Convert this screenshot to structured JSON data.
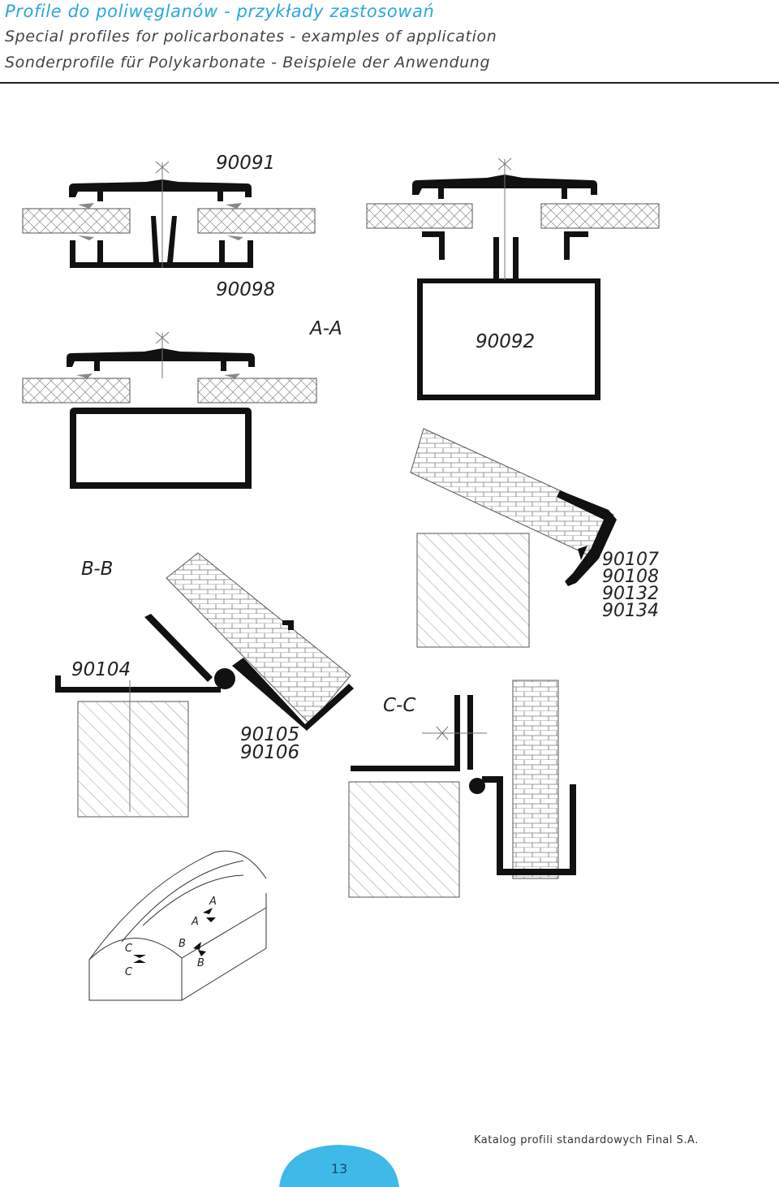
{
  "header": {
    "title_pl": "Profile do poliwęglanów - przykłady zastosowań",
    "title_en": "Special profiles for policarbonates - examples of application",
    "title_de": "Sonderprofile für Polykarbonate - Beispiele der Anwendung"
  },
  "labels": {
    "p90091": "90091",
    "p90098": "90098",
    "sectionAA": "A-A",
    "p90092": "90092",
    "sectionBB": "B-B",
    "p90107": "90107",
    "p90108": "90108",
    "p90132": "90132",
    "p90134": "90134",
    "p90104": "90104",
    "p90105": "90105",
    "p90106": "90106",
    "sectionCC": "C-C"
  },
  "markers": {
    "a_top": "A",
    "a_bottom": "A",
    "b_top": "B",
    "b_bottom": "B",
    "c_top": "C",
    "c_bottom": "C"
  },
  "footer": {
    "catalog": "Katalog profili standardowych Final S.A.",
    "page_number": "13"
  },
  "colors": {
    "accent": "#2aa7df",
    "page_tab": "#3fb9e8",
    "ink": "#222222"
  }
}
